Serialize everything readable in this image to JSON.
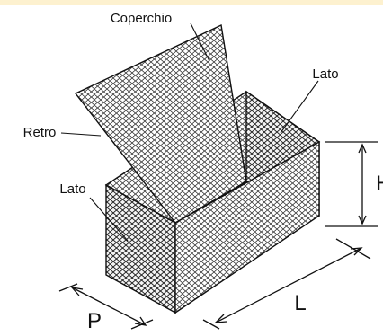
{
  "labels": {
    "lid": "Coperchio",
    "side_right": "Lato",
    "back": "Retro",
    "side_left": "Lato",
    "height": "H",
    "length": "L",
    "depth": "P"
  },
  "colors": {
    "mesh": "#2a2a2a",
    "outline": "#111111",
    "band": "#fdf1cf"
  }
}
